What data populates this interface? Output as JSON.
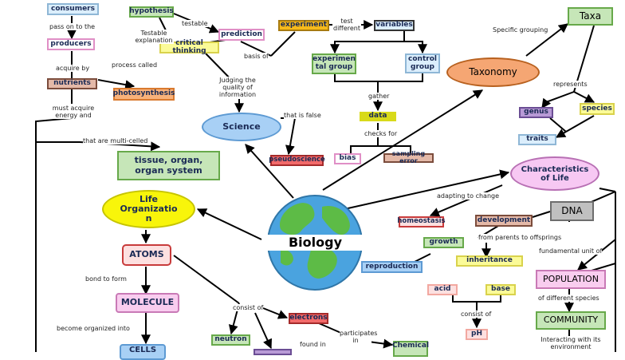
{
  "center": {
    "title": "Biology"
  },
  "nodes": {
    "consumers": "consumers",
    "producers": "producers",
    "nutrients": "nutrients",
    "photosynthesis": "photosynthesis",
    "hypothesis": "hypothesis",
    "prediction": "prediction",
    "critical_thinking": "critical thinking",
    "experiment": "experiment",
    "variables": "variables",
    "experimental_group": "experimen tal group",
    "control_group": "control group",
    "data": "data",
    "bias": "bias",
    "sampling_error": "sampling error",
    "science": "Science",
    "pseudoscience": "pseudoscience",
    "tissue": "tissue, organ, organ system",
    "life_organization": "Life Organizatio n",
    "atoms": "ATOMS",
    "molecule": "MOLECULE",
    "cells": "CELLS",
    "neutron": "neutron",
    "electrons": "electrons",
    "chemical": "Chemical",
    "taxonomy": "Taxonomy",
    "taxa": "Taxa",
    "genus": "genus",
    "species": "species",
    "traits": "traits",
    "characteristics_of_life": "Characteristics of Life",
    "homeostasis": "homeostasis",
    "development": "development",
    "dna": "DNA",
    "growth": "growth",
    "reproduction": "reproduction",
    "inheritance": "inheritance",
    "acid": "acid",
    "base": "base",
    "ph": "pH",
    "population": "POPULATION",
    "community": "COMMUNITY"
  },
  "labels": {
    "pass_on_to_the": "pass on to the",
    "acquire_by": "acquire by",
    "process_called": "process called",
    "must_acquire_energy": "must acquire energy and",
    "testable_explanation": "Testable explanation",
    "testable": "testable",
    "basis_of": "basis of",
    "test_different": "test different",
    "judging": "Judging the quality of information",
    "gather": "gather",
    "checks_for": "checks for",
    "that_is_false": "that is false",
    "multi_celled": "that are multi-celled",
    "specific_grouping": "Specific grouping",
    "represents": "represents",
    "adapting_to_change": "adapting to change",
    "from_parents": "from parents to offsprings",
    "fundamental_unit": "fundamental unit of",
    "bond_to_form": "bond to form",
    "become_organized": "become organized into",
    "consist_of": "consist of",
    "found_in": "found in",
    "participates_in": "participates in",
    "consist_of_2": "consist of",
    "of_different_species": "of different species",
    "interacting": "Interacting with its environment"
  },
  "colors": {
    "blue_box": "#dbeefc",
    "pink_box": "#f9cdef",
    "brown_box": "#e4b9a8",
    "orange_box": "#f9b27a",
    "green_box": "#c6e6b8",
    "yellow_box": "#fbfb98",
    "gold_box": "#f6b91a",
    "red_box": "#f26a6a",
    "purple_box": "#b89ad6",
    "grey_box": "#c0c0c0",
    "science_oval": "#a8d0f5",
    "taxonomy_oval": "#f5a673",
    "charlife_oval": "#f7c8f3",
    "life_org_oval": "#f8f50a"
  }
}
